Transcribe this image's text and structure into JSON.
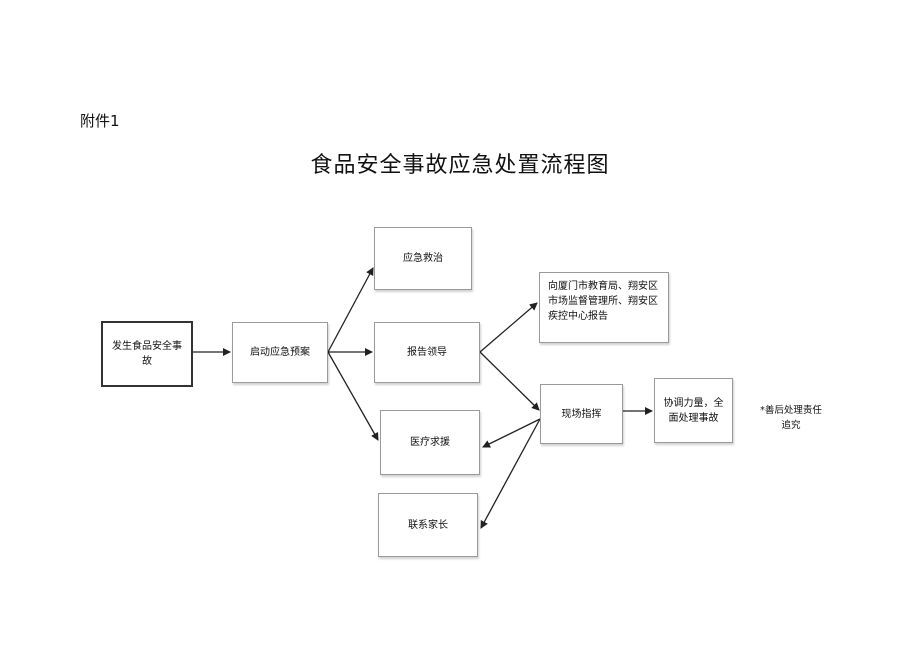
{
  "header": {
    "attachment": "附件1",
    "title": "食品安全事故应急处置流程图"
  },
  "nodes": {
    "start": "发生食品安全事故",
    "plan": "启动应急预案",
    "rescue": "应急救治",
    "report": "报告领导",
    "medical": "医疗求援",
    "contact": "联系家长",
    "notify": "向厦门市教育局、翔安区市场监督管理所、翔安区疾控中心报告",
    "command": "现场指挥",
    "coordinate": "协调力量，全面处理事故"
  },
  "note": "*善后处理责任追究",
  "colors": {
    "line": "#222222",
    "border": "#9a9a9a"
  }
}
